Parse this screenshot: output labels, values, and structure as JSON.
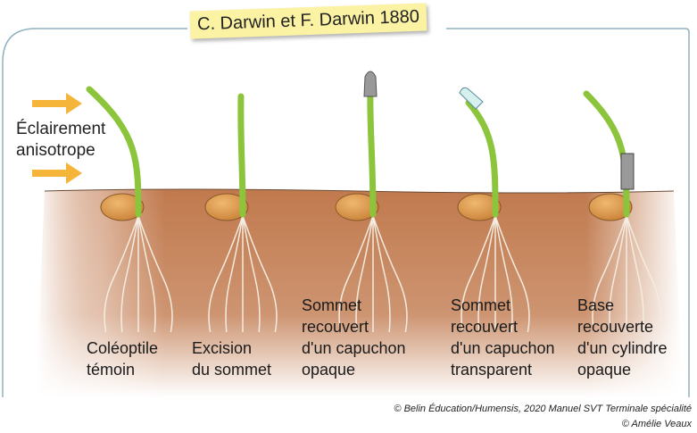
{
  "title": "C. Darwin et F. Darwin 1880",
  "light_label": [
    "Éclairement",
    "anisotrope"
  ],
  "experiments": [
    {
      "lines": [
        "Coléoptile",
        "témoin"
      ],
      "tip": "bent"
    },
    {
      "lines": [
        "Excision",
        "du sommet"
      ],
      "tip": "cut"
    },
    {
      "lines": [
        "Sommet",
        "recouvert",
        "d'un capuchon",
        "opaque"
      ],
      "tip": "opaque-cap"
    },
    {
      "lines": [
        "Sommet",
        "recouvert",
        "d'un capuchon",
        "transparent"
      ],
      "tip": "transparent-cap"
    },
    {
      "lines": [
        "Base",
        "recouverte",
        "d'un cylindre",
        "opaque"
      ],
      "tip": "opaque-cylinder"
    }
  ],
  "credits": [
    "© Belin Éducation/Humensis, 2020 Manuel SVT Terminale spécialité",
    "© Amélie Veaux"
  ],
  "colors": {
    "soil": "#c17a4e",
    "stem": "#8cc43c",
    "arrow": "#f5b53a",
    "frame": "#8fb0bf"
  }
}
